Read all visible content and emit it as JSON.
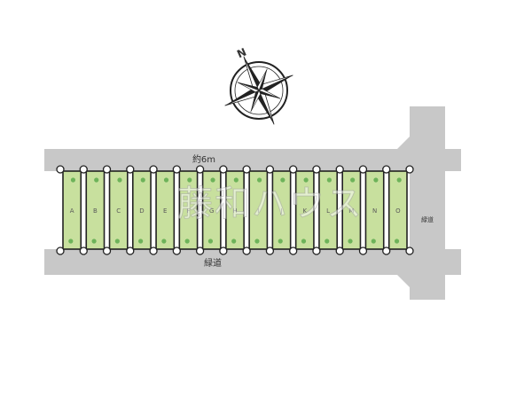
{
  "compass": {
    "north_label": "N",
    "icon": "compass-rose-icon"
  },
  "roads": {
    "top_label": "約6m",
    "bottom_label": "緑道",
    "right_label": "緑道"
  },
  "lots": [
    "A",
    "B",
    "C",
    "D",
    "E",
    "F",
    "G",
    "H",
    "I",
    "J",
    "K",
    "L",
    "M",
    "N",
    "O"
  ],
  "watermark": "藤和ハウス",
  "colors": {
    "road": "#c8c8c8",
    "lot_fill": "#c8e09e",
    "lot_border": "#222222",
    "tree": "#6db35a"
  }
}
